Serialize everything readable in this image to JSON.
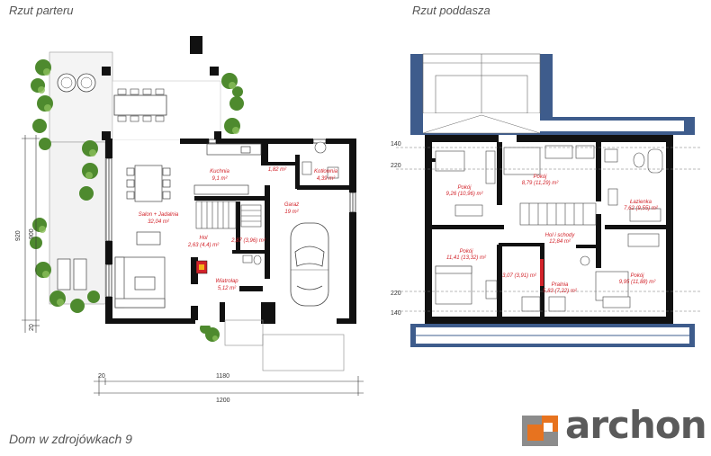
{
  "headers": {
    "ground_floor": "Rzut parteru",
    "attic": "Rzut poddasza"
  },
  "footer": {
    "project_name": "Dom w zdrojówkach 9"
  },
  "logo": {
    "text": "archon",
    "icon": "archon-logo-icon",
    "colors": {
      "orange": "#e7731f",
      "gray": "#8c8c8c"
    }
  },
  "colors": {
    "walls": "#111111",
    "room_labels": "#d2232a",
    "roof_blue": "#3e5c8c",
    "trees": "#4e8a2e"
  },
  "ground_floor": {
    "rooms": [
      {
        "name": "Salon + Jadalnia",
        "area": "32,04 m²"
      },
      {
        "name": "Kuchnia",
        "area": "9,1 m²"
      },
      {
        "name": "",
        "area": "1,82 m²"
      },
      {
        "name": "Kotłownia",
        "area": "4,39 m²"
      },
      {
        "name": "Garaż",
        "area": "19 m²"
      },
      {
        "name": "Hol",
        "area": "2,63 (4,4) m²"
      },
      {
        "name": "",
        "area": "2,87 (3,96) m²"
      },
      {
        "name": "Wiatrołap",
        "area": "5,12 m²"
      }
    ],
    "dimensions": {
      "bottom_small": "20",
      "bottom_inner": "1180",
      "bottom_total": "1200",
      "left_total": "920",
      "left_inner": "900",
      "left_small": "20"
    }
  },
  "attic": {
    "rooms": [
      {
        "name": "Pokój",
        "area": "9,26 (10,96) m²"
      },
      {
        "name": "Pokój",
        "area": "8,79 (11,29) m²"
      },
      {
        "name": "Łazienka",
        "area": "7,62 (9,55) m²"
      },
      {
        "name": "Hol i schody",
        "area": "12,84 m²"
      },
      {
        "name": "Pokój",
        "area": "11,41 (13,32) m²"
      },
      {
        "name": "",
        "area": "3,07 (3,91) m²"
      },
      {
        "name": "Pralnia",
        "area": "5,83 (7,22) m²"
      },
      {
        "name": "Pokój",
        "area": "9,95 (11,88) m²"
      }
    ],
    "levels": [
      "140",
      "220",
      "220",
      "140"
    ]
  }
}
